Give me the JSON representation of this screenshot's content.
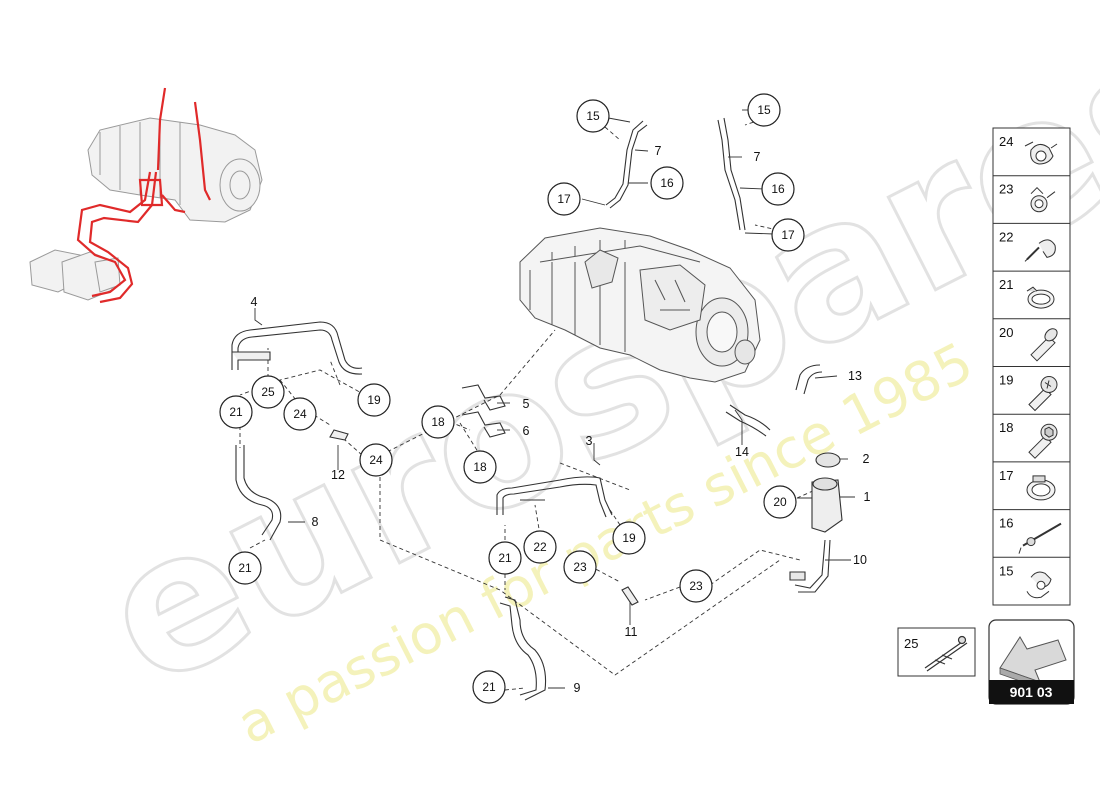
{
  "watermark": {
    "brand": "eurospares",
    "tagline": "a passion for parts since 1985"
  },
  "diagram_code": "901 03",
  "callouts": {
    "c15a": "15",
    "c15b": "15",
    "c16a": "16",
    "c16b": "16",
    "c17a": "17",
    "c17b": "17",
    "c18a": "18",
    "c18b": "18",
    "c19a": "19",
    "c19b": "19",
    "c20": "20",
    "c21a": "21",
    "c21b": "21",
    "c21c": "21",
    "c21d": "21",
    "c22": "22",
    "c23a": "23",
    "c23b": "23",
    "c24a": "24",
    "c24b": "24",
    "c25": "25"
  },
  "part_numbers": {
    "p1": "1",
    "p2": "2",
    "p3": "3",
    "p4": "4",
    "p5": "5",
    "p6": "6",
    "p7a": "7",
    "p7b": "7",
    "p8": "8",
    "p9": "9",
    "p10": "10",
    "p11": "11",
    "p12": "12",
    "p13": "13",
    "p14": "14"
  },
  "legend": [
    {
      "num": "24",
      "icon": "hose-clamp-clip-icon"
    },
    {
      "num": "23",
      "icon": "spring-clip-icon"
    },
    {
      "num": "22",
      "icon": "clamp-with-screw-icon"
    },
    {
      "num": "21",
      "icon": "hose-clamp-icon"
    },
    {
      "num": "20",
      "icon": "bolt-icon"
    },
    {
      "num": "19",
      "icon": "flange-bolt-icon"
    },
    {
      "num": "18",
      "icon": "hex-bolt-icon"
    },
    {
      "num": "17",
      "icon": "band-clamp-icon"
    },
    {
      "num": "16",
      "icon": "cable-tie-icon"
    },
    {
      "num": "15",
      "icon": "retaining-clip-icon"
    }
  ],
  "side_item": {
    "num": "25",
    "icon": "cable-tie-with-anchor-icon"
  },
  "colors": {
    "accent_red": "#e02a2a",
    "line": "#222222",
    "code_box": "#111111",
    "watermark": "#d9d9d9",
    "watermark_tagline": "#f3f0b0"
  }
}
